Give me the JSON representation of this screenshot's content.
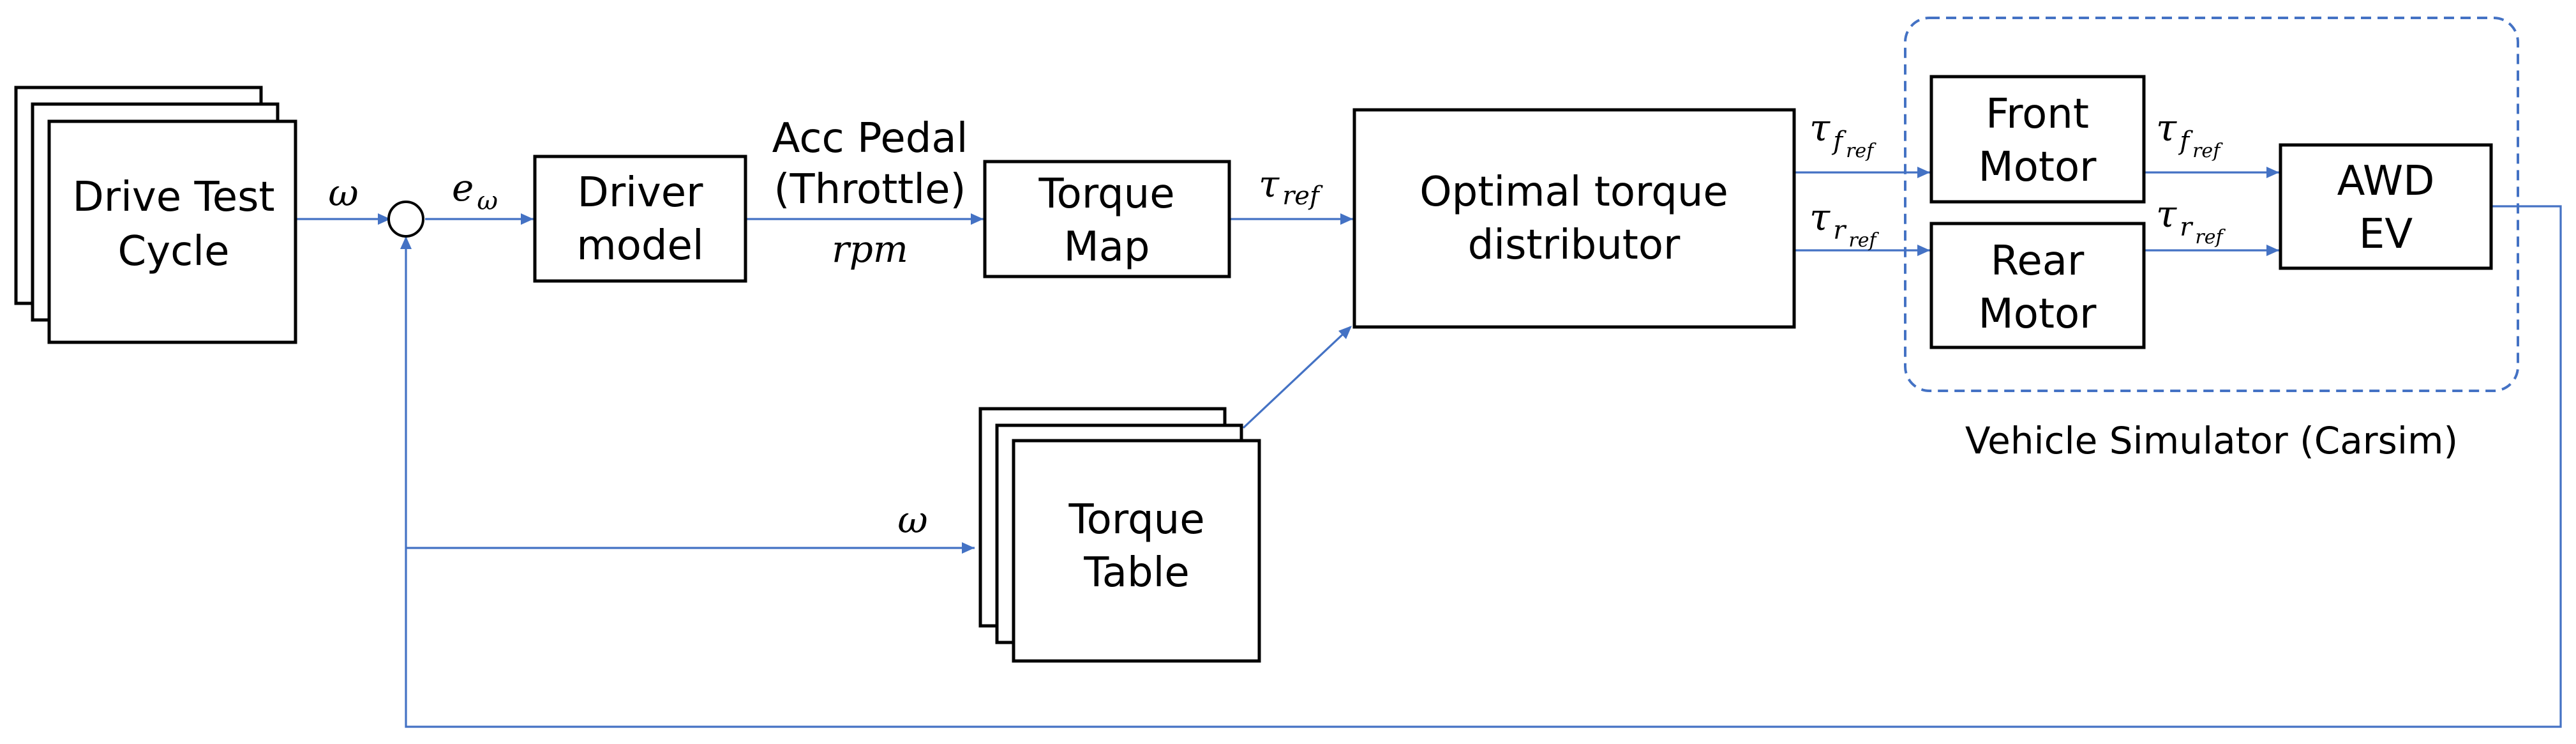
{
  "blocks": {
    "drive_test_cycle": [
      "Drive Test",
      "Cycle"
    ],
    "driver_model": [
      "Driver",
      "model"
    ],
    "torque_map": [
      "Torque",
      "Map"
    ],
    "torque_table": [
      "Torque",
      "Table"
    ],
    "optimal_torque_distributor": [
      "Optimal torque",
      "distributor"
    ],
    "front_motor": [
      "Front",
      "Motor"
    ],
    "rear_motor": [
      "Rear",
      "Motor"
    ],
    "awd_ev": [
      "AWD",
      "EV"
    ]
  },
  "signals": {
    "pedal_label": [
      "Acc Pedal",
      "(Throttle)"
    ],
    "rpm": "rpm",
    "omega": "ω",
    "error": {
      "main": "e",
      "sub": "ω"
    },
    "tau_ref": {
      "main": "τ",
      "sub": "ref"
    },
    "tau_front": {
      "main": "τ",
      "sub": "f",
      "subsub": "ref"
    },
    "tau_rear": {
      "main": "τ",
      "sub": "r",
      "subsub": "ref"
    }
  },
  "group_caption": "Vehicle Simulator (Carsim)",
  "colors": {
    "line": "#4472C4",
    "block_border": "#000000",
    "background": "#ffffff"
  }
}
